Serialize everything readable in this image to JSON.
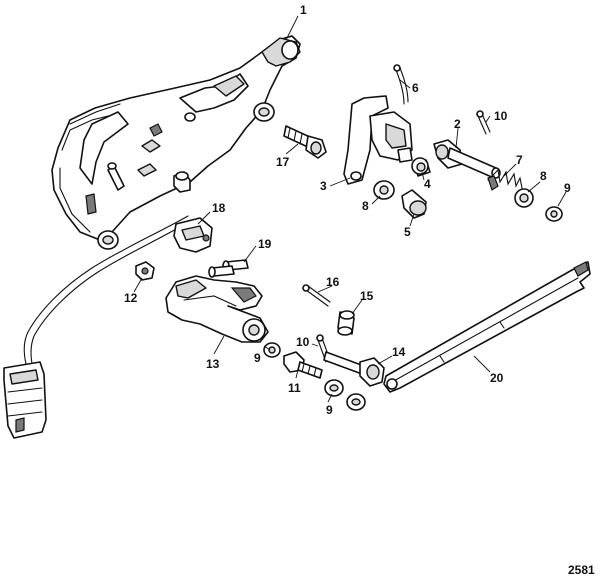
{
  "diagram": {
    "figure_number": "2581",
    "callouts": [
      {
        "id": "c1",
        "text": "1"
      },
      {
        "id": "c2",
        "text": "2"
      },
      {
        "id": "c3",
        "text": "3"
      },
      {
        "id": "c4",
        "text": "4"
      },
      {
        "id": "c5",
        "text": "5"
      },
      {
        "id": "c6",
        "text": "6"
      },
      {
        "id": "c7",
        "text": "7"
      },
      {
        "id": "c8a",
        "text": "8"
      },
      {
        "id": "c8b",
        "text": "8"
      },
      {
        "id": "c9a",
        "text": "9"
      },
      {
        "id": "c9b",
        "text": "9"
      },
      {
        "id": "c9c",
        "text": "9"
      },
      {
        "id": "c10a",
        "text": "10"
      },
      {
        "id": "c10b",
        "text": "10"
      },
      {
        "id": "c11",
        "text": "11"
      },
      {
        "id": "c12",
        "text": "12"
      },
      {
        "id": "c13",
        "text": "13"
      },
      {
        "id": "c14",
        "text": "14"
      },
      {
        "id": "c15",
        "text": "15"
      },
      {
        "id": "c16",
        "text": "16"
      },
      {
        "id": "c17",
        "text": "17"
      },
      {
        "id": "c18",
        "text": "18"
      },
      {
        "id": "c19",
        "text": "19"
      },
      {
        "id": "c20",
        "text": "20"
      }
    ]
  }
}
